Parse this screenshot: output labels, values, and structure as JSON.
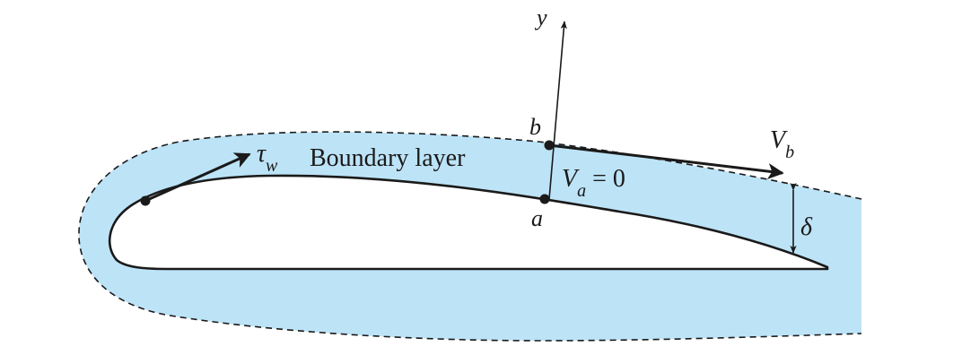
{
  "figure": {
    "labels": {
      "y_axis": "y",
      "point_b": "b",
      "point_a": "a",
      "velocity_b": {
        "symbol": "V",
        "subscript": "b"
      },
      "velocity_a": {
        "symbol": "V",
        "subscript": "a",
        "suffix": " = 0"
      },
      "shear_stress": {
        "symbol": "τ",
        "subscript": "w"
      },
      "boundary_layer": "Boundary layer",
      "thickness": "δ"
    },
    "colors": {
      "boundary_layer_fill": "#bde3f7",
      "lines": "#1a1a1a",
      "airfoil_fill": "#ffffff"
    }
  }
}
